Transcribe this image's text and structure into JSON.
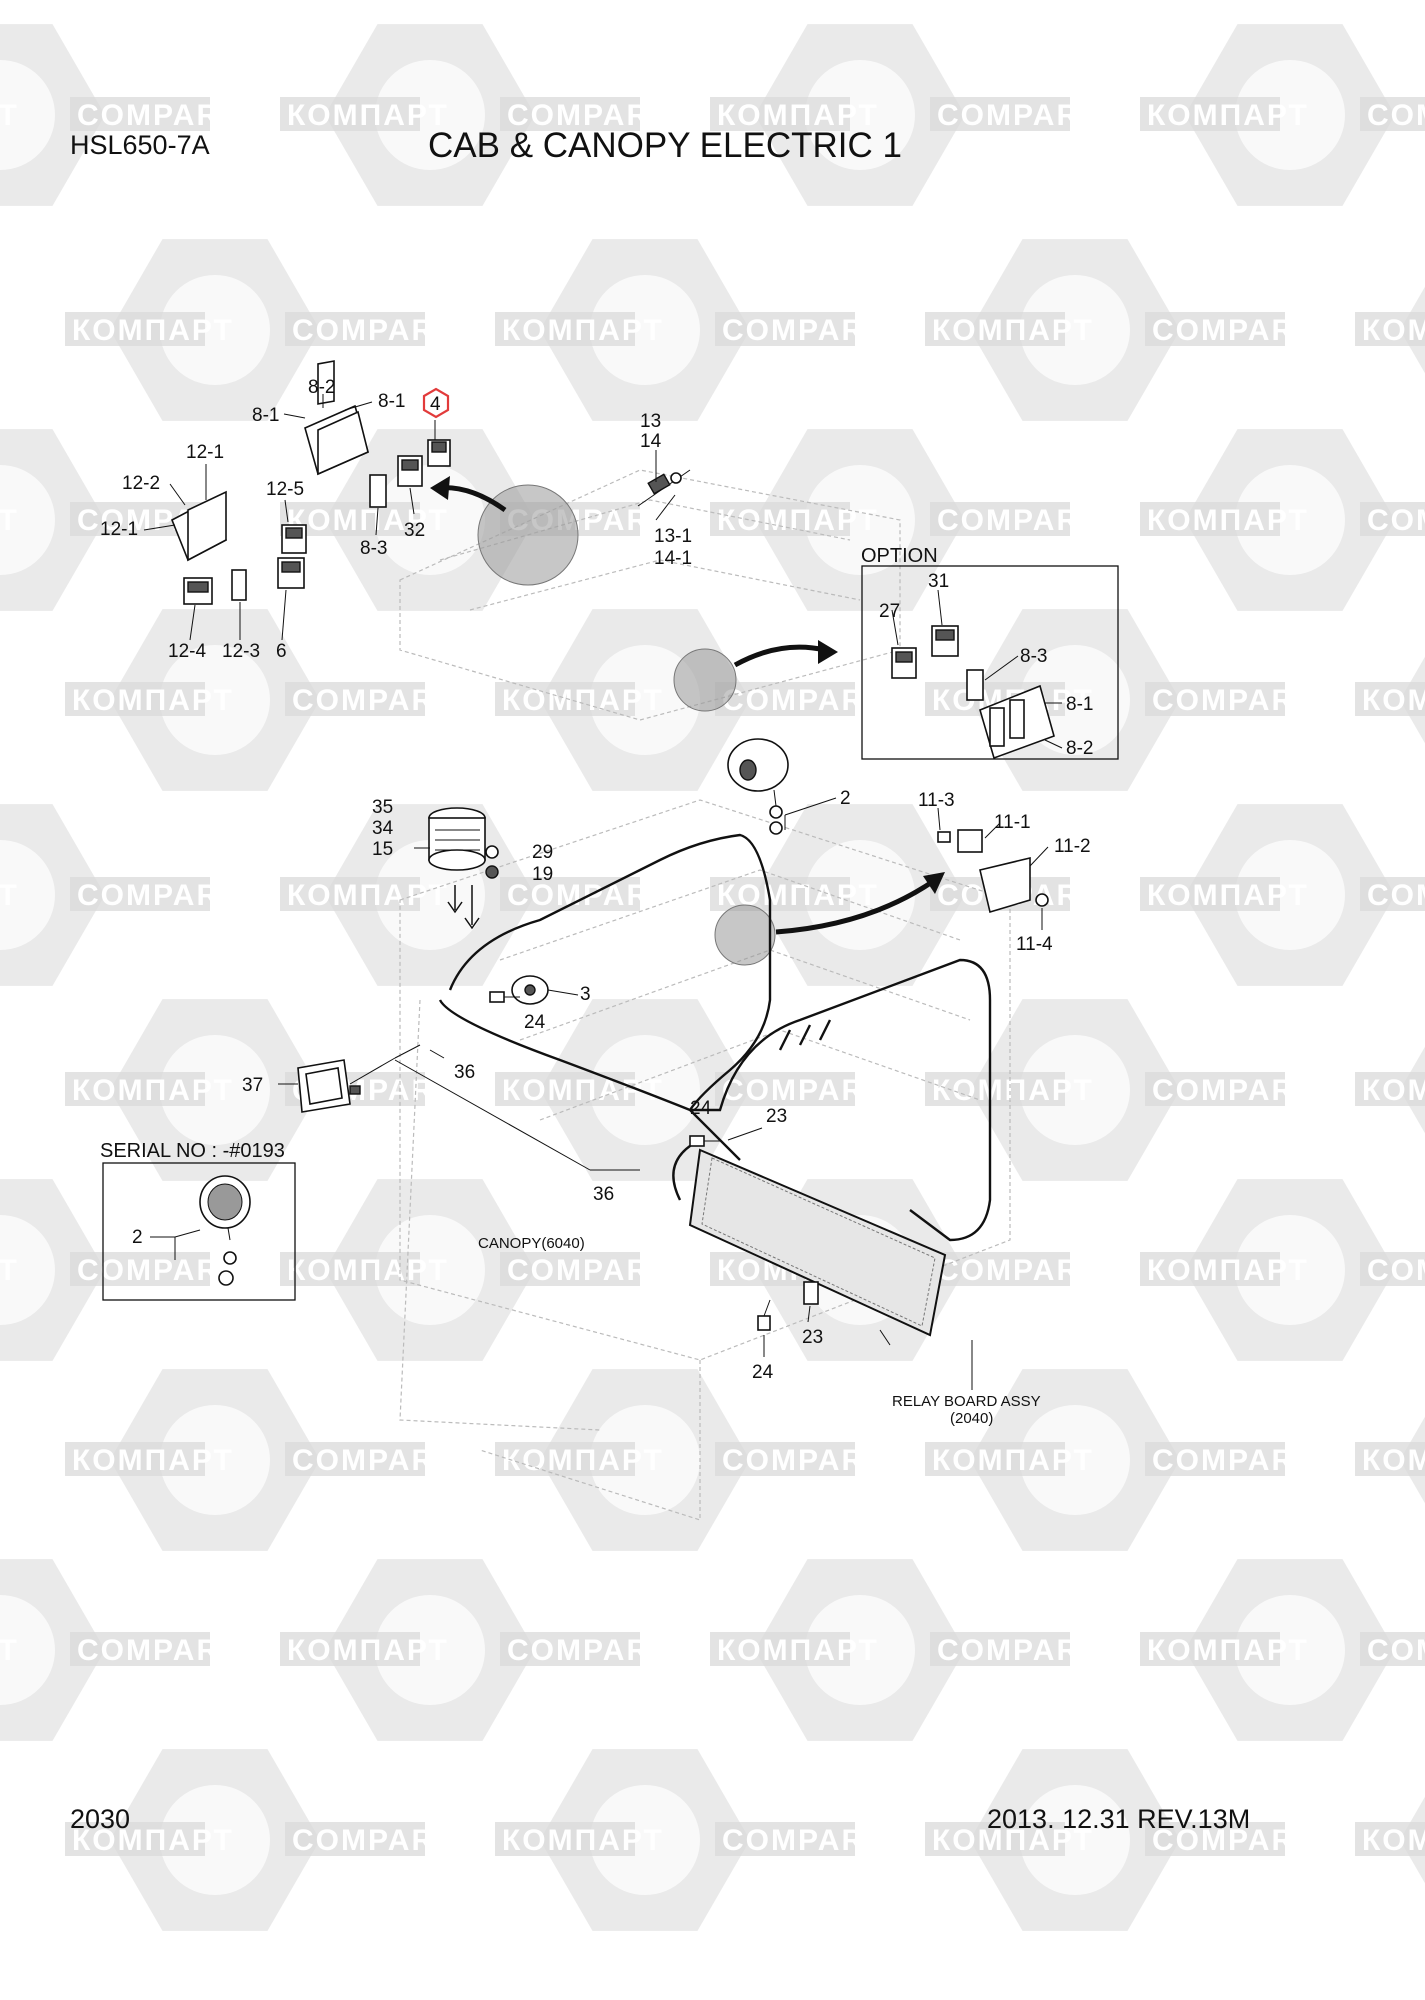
{
  "header": {
    "model": "HSL650-7A",
    "title": "CAB & CANOPY ELECTRIC 1"
  },
  "footer": {
    "page": "2030",
    "revision": "2013. 12.31  REV.13M"
  },
  "watermark": {
    "text_latin": "COMPART",
    "text_cyrillic": "КОМПАРТ",
    "color": "#d9d9d9"
  },
  "highlight_color": "#e23b3b",
  "callouts": {
    "c8_2": "8-2",
    "c8_1a": "8-1",
    "c8_1b": "8-1",
    "c4": "4",
    "c12_1a": "12-1",
    "c12_2": "12-2",
    "c12_1b": "12-1",
    "c12_5": "12-5",
    "c13": "13",
    "c14": "14",
    "c13_1": "13-1",
    "c14_1": "14-1",
    "c32": "32",
    "c8_3": "8-3",
    "c12_4": "12-4",
    "c12_3": "12-3",
    "c6": "6",
    "c31": "31",
    "c27": "27",
    "c8_3opt": "8-3",
    "c8_1opt": "8-1",
    "c8_2opt": "8-2",
    "c2a": "2",
    "c35": "35",
    "c34": "34",
    "c15": "15",
    "c29": "29",
    "c19": "19",
    "c11_3": "11-3",
    "c11_1": "11-1",
    "c11_2": "11-2",
    "c11_4": "11-4",
    "c3": "3",
    "c24a": "24",
    "c37": "37",
    "c36a": "36",
    "c24b": "24",
    "c23a": "23",
    "c36b": "36",
    "c2b": "2",
    "c23b": "23",
    "c24c": "24"
  },
  "labels": {
    "option": "OPTION",
    "serial": "SERIAL NO : -#0193",
    "canopy": "CANOPY(6040)",
    "relay_line1": "RELAY BOARD ASSY",
    "relay_line2": "(2040)"
  }
}
